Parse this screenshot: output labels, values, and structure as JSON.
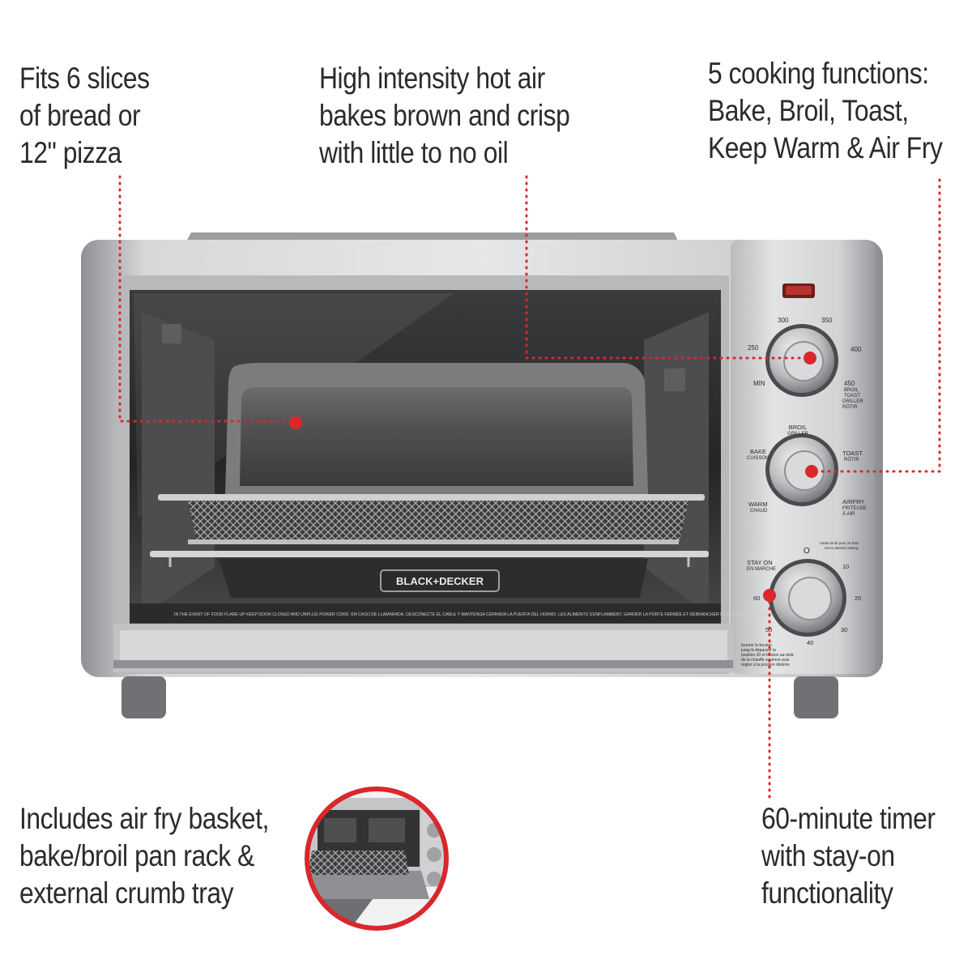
{
  "callouts": {
    "capacity": [
      "Fits 6 slices",
      "of bread or",
      "12\" pizza"
    ],
    "hot_air": [
      "High intensity hot air",
      "bakes brown and crisp",
      "with little to no oil"
    ],
    "functions": [
      "5 cooking functions:",
      "Bake, Broil, Toast,",
      "Keep Warm & Air Fry"
    ],
    "accessories": [
      "Includes air fry basket,",
      "bake/broil pan rack &",
      "external crumb tray"
    ],
    "timer": [
      "60-minute timer",
      "with stay-on",
      "functionality"
    ]
  },
  "oven": {
    "brand": "BLACK+DECKER",
    "safety_notice": "IN THE EVENT OF FOOD FLARE-UP KEEP DOOR CLOSED AND UNPLUG POWER CORD.   EN CASO DE LLAMARADA, DESCONECTE EL CABLE Y MANTENGA CERRADA LA PUERTA DEL HORNO.   LES ALIMENTS S'ENFLAMMENT, GARDER LA PORTE FERMÉE ET DÉBRANCHER LE CORDON ÉLECTRIQUE.",
    "temp_dial": {
      "labels": [
        "300",
        "350",
        "250",
        "400",
        "MIN",
        "450",
        "BROIL",
        "TOAST",
        "GRILLER",
        "RÔTIR"
      ]
    },
    "function_dial": {
      "labels": [
        "BROIL",
        "GRILLER",
        "BAKE",
        "CUISSON",
        "TOAST",
        "RÔTIR",
        "WARM",
        "CHAUD",
        "AIRFRY",
        "FRITEUSE",
        "À AIR"
      ]
    },
    "timer_dial": {
      "stay_on": [
        "STAY ON",
        "EN MARCHE"
      ],
      "marks": [
        "O",
        "10",
        "20",
        "30",
        "40",
        "50",
        "60"
      ],
      "note_top": [
        "rotate knob past 20 then",
        "set to desired setting"
      ],
      "note_bottom": [
        "tourner le bouton",
        "jusqu'à dépasser la",
        "position 20 et bouton au-delà",
        "de la chauffe voyenne puis",
        "réglez à la position désirée"
      ]
    }
  },
  "colors": {
    "callout_line": "#d8282c",
    "text": "#2b2b2b",
    "steel": "#c9cacc"
  }
}
